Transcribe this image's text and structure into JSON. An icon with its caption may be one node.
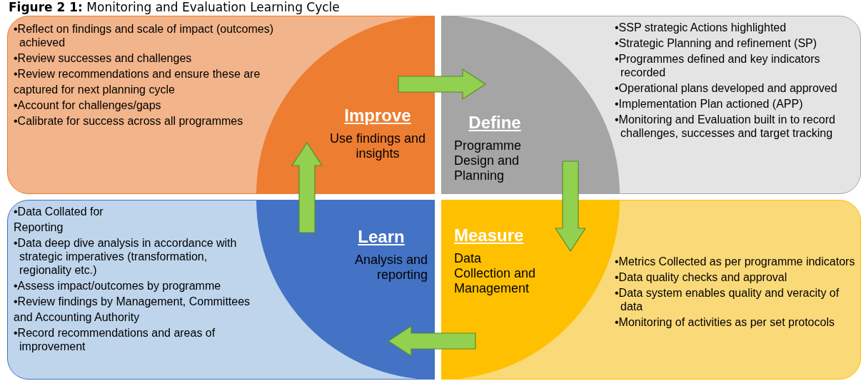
{
  "diagram": {
    "title": "**Figure 2 1:** Monitoring and Evaluation Learning Cycle",
    "nodes": [
      {
        "text": [
          "•Reflect on findings and scale of impact (outcomes) achieved",
          "•Review successes and challenges",
          "•Review recommendations and ensure these are",
          "captured for next planning cycle",
          "•Account for challenges/gaps",
          "•Calibrate for success across all programmes"
        ]
      },
      {
        "text": [
          "Improve",
          "Use findings and insights"
        ],
        "in": 0
      },
      {
        "text": [
          "•SSP strategic Actions highlighted",
          "•Strategic Planning and refinement (SP)",
          "•Programmes defined and key indicators recorded",
          "•Operational plans developed and approved",
          "•Implementation Plan actioned (APP)",
          "•Monitoring and Evaluation built in to record challenges, successes and target tracking"
        ]
      },
      {
        "text": [
          "Define",
          "Programme Design and Planning"
        ],
        "in": 2
      },
      {
        "text": [
          "•Data Collated for",
          "Reporting",
          "•Data deep dive analysis in accordance with strategic imperatives (transformation, regionality etc.)",
          "•Assess impact/outcomes by programme",
          "•Review findings by Management, Committees",
          "and Accounting Authority",
          "•Record recommendations and areas of improvement"
        ]
      },
      {
        "text": [
          "Learn",
          "Analysis and reporting"
        ],
        "in": 4
      },
      {
        "text": [
          "•Metrics Collected as per programme indicators",
          "•Data quality checks and approval",
          "•Data system enables quality and veracity of data",
          "•Monitoring of activities as per set protocols"
        ]
      },
      {
        "text": [
          "Measure",
          "Data Collection and Management"
        ],
        "in": 6
      }
    ],
    "edges": [
      {
        "from": 1,
        "to": 3,
        "arrow": "to"
      },
      {
        "from": 3,
        "to": 7,
        "arrow": "to"
      },
      {
        "from": 7,
        "to": 5,
        "arrow": "to"
      },
      {
        "from": 5,
        "to": 1,
        "arrow": "to"
      }
    ]
  }
}
